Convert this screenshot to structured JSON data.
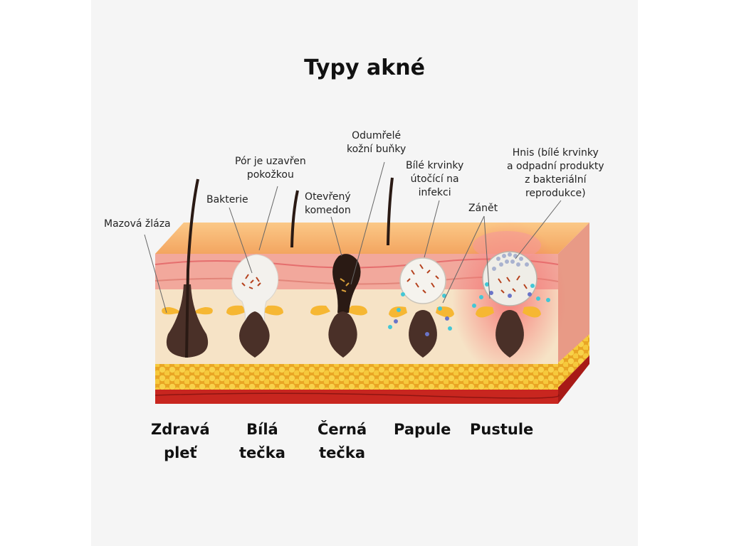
{
  "title": "Typy akné",
  "annotations": {
    "mazova_zlaza": "Mazová žláza",
    "bakterie": "Bakterie",
    "por_uzavren": "Pór je uzavřen\npokožkou",
    "otevreny_komedon": "Otevřený\nkomedon",
    "odumrele_bunky": "Odumřelé\nkožní buňky",
    "bile_krvinky": "Bílé krvinky\nútočící na\ninfekci",
    "zanet": "Zánět",
    "hnis": "Hnis (bílé krvinky\na odpadní produkty\nz bakteriální\nreprodukce)"
  },
  "captions": {
    "zdrava_plet": "Zdravá\npleť",
    "bila_tecka": "Bílá\ntečka",
    "cerna_tecka": "Černá\ntečka",
    "papule": "Papule",
    "pustule": "Pustule"
  },
  "colors": {
    "skin_top": "#f7b877",
    "epidermis_pink": "#f2a39a",
    "dermis": "#f6e3c6",
    "fat": "#f4c53c",
    "muscle": "#c8261f",
    "follicle": "#4a3028",
    "gland": "#f6b733",
    "inflammation": "#f28a8a"
  }
}
